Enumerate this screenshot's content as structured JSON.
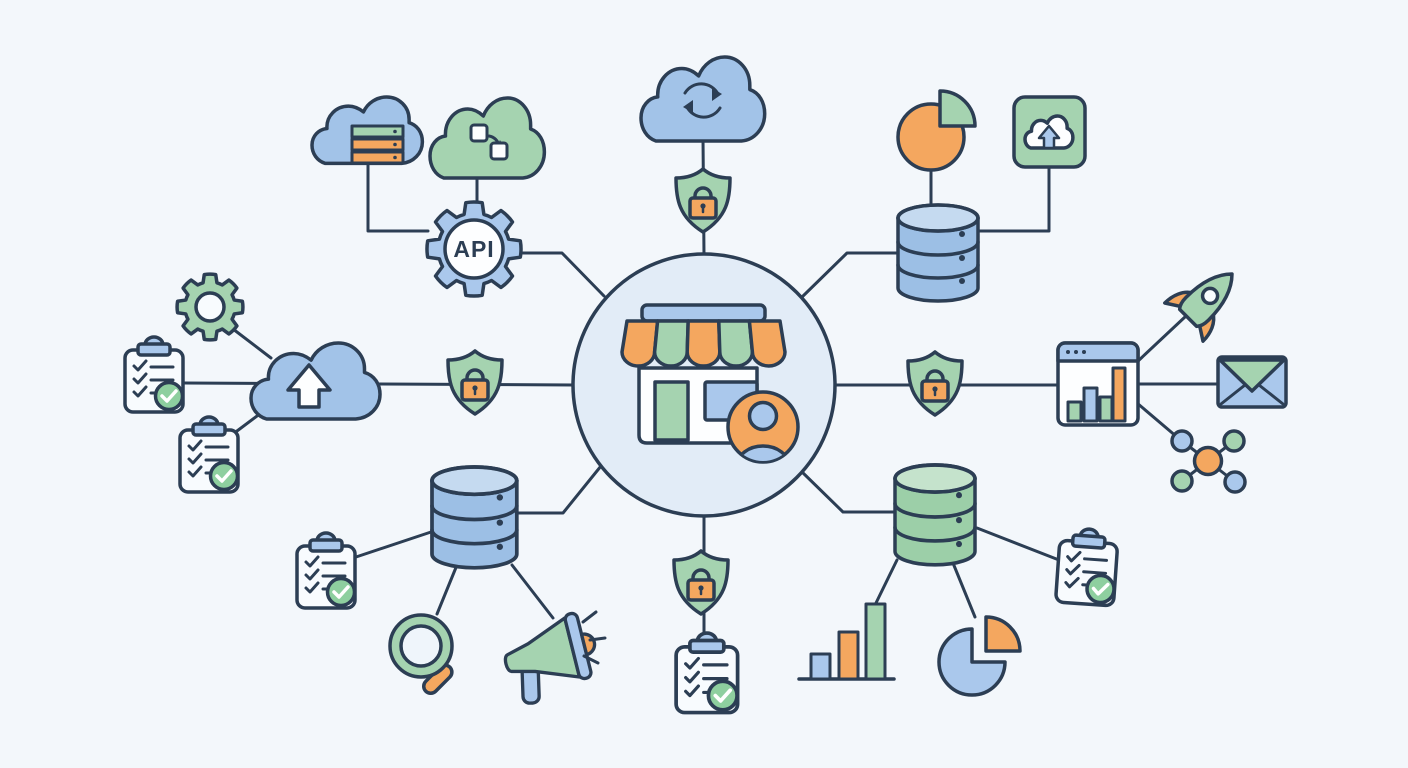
{
  "meta": {
    "kind": "integration-diagram",
    "description": "E-commerce storefront platform connected to cloud, API, security, data and marketing services"
  },
  "colors": {
    "bg": "#f3f7fb",
    "ink": "#2c3e54",
    "blue": "#a2c3e8",
    "blueLight": "#aac8ec",
    "blueDeep": "#9cbfe5",
    "green": "#a5d3b0",
    "greenDeep": "#9ccfa8",
    "orange": "#f4a75f",
    "paper": "#f8fbfe",
    "circleFill": "#e2ecf7",
    "badge": "#8ecf9f",
    "white": "#fdfeff"
  },
  "api": {
    "label": "API"
  },
  "center": {
    "icon": "storefront-user-icon"
  },
  "icons": {
    "top_left": [
      "cloud-server-icon",
      "cloud-transfer-icon",
      "api-gear-icon"
    ],
    "top": [
      "cloud-sync-icon",
      "shield-lock-icon"
    ],
    "top_right": [
      "pie-chart-icon",
      "cloud-upload-square-icon",
      "database-icon"
    ],
    "left": [
      "gear-icon",
      "checklist-icon",
      "checklist-icon",
      "cloud-upload-icon",
      "shield-lock-icon"
    ],
    "right": [
      "shield-lock-icon",
      "browser-bar-chart-icon",
      "rocket-icon",
      "email-icon",
      "network-hub-icon"
    ],
    "bottom_left": [
      "database-icon",
      "checklist-icon",
      "magnifier-icon",
      "megaphone-icon"
    ],
    "bottom": [
      "shield-lock-icon",
      "checklist-icon"
    ],
    "bottom_right": [
      "database-icon",
      "bar-chart-icon",
      "pie-chart-icon",
      "checklist-icon"
    ]
  },
  "edges": [
    "cloud-server -> api-gear",
    "cloud-transfer -> api-gear",
    "api-gear -> storefront",
    "cloud-sync -> shield-lock-top -> storefront",
    "checklist-left -> cloud-upload -> shield-lock-left -> storefront",
    "gear-left -> cloud-upload",
    "checklist-left-2 -> cloud-upload",
    "storefront -> database-top-right",
    "pie-chart-top -> database-top-right",
    "cloud-upload-square -> database-top-right",
    "storefront -> shield-lock-right -> browser-bar-chart",
    "browser-bar-chart -> rocket",
    "browser-bar-chart -> email",
    "browser-bar-chart -> network-hub",
    "storefront -> shield-lock-bottom -> checklist-bottom",
    "storefront -> database-bottom-left",
    "checklist-bottom-left -> database-bottom-left",
    "database-bottom-left -> magnifier",
    "database-bottom-left -> megaphone",
    "storefront -> database-bottom-right",
    "database-bottom-right -> bar-chart",
    "database-bottom-right -> pie-chart-bottom",
    "database-bottom-right -> checklist-bottom-right"
  ]
}
